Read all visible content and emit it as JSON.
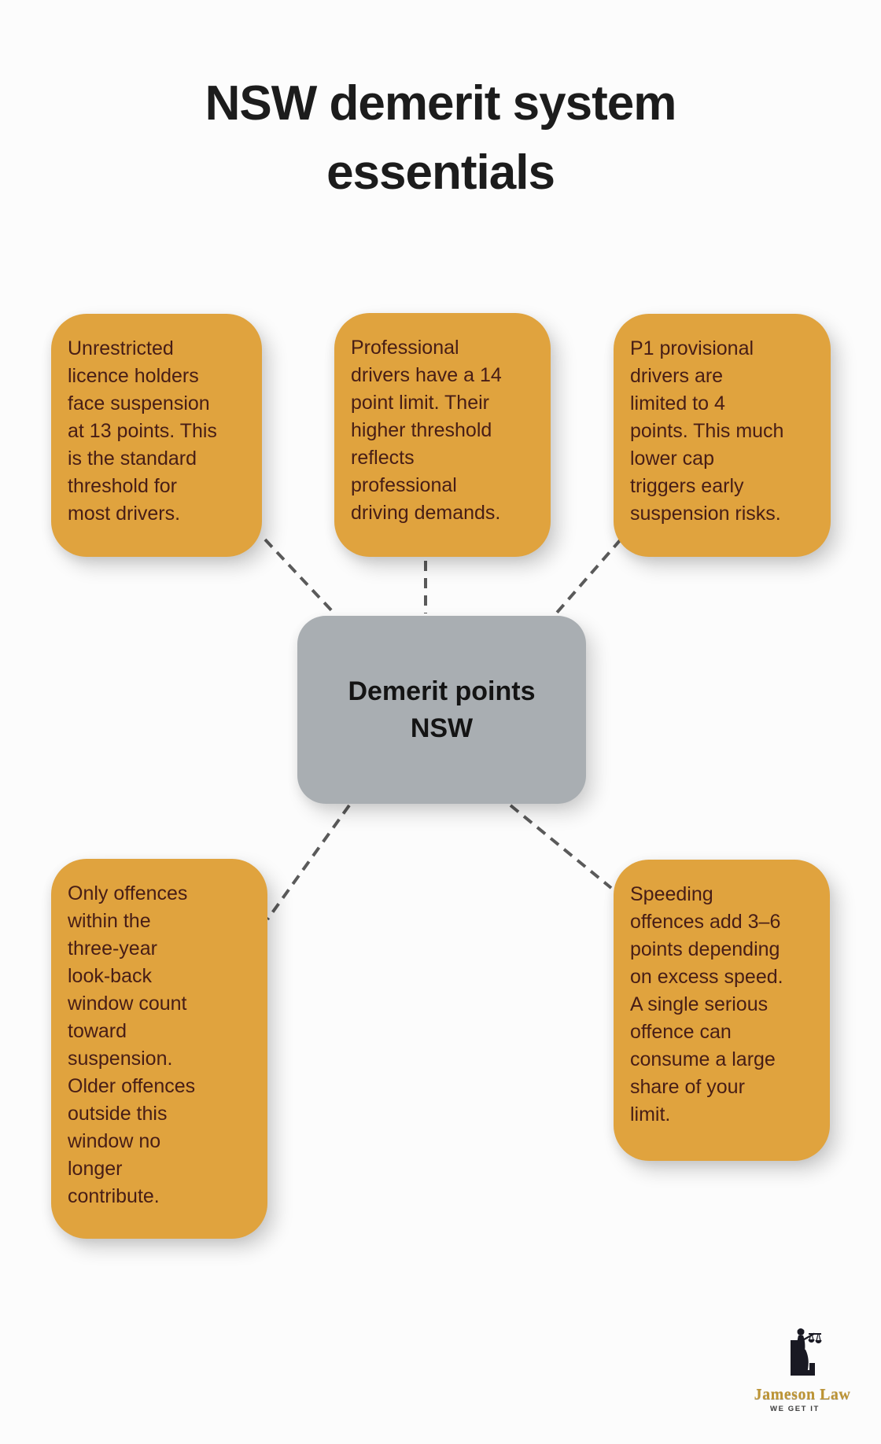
{
  "title": "NSW demerit system\nessentials",
  "center_node": {
    "label": "Demerit points\nNSW"
  },
  "nodes": [
    {
      "id": "unrestricted-threshold",
      "text": "Unrestricted\nlicence holders\nface suspension\nat 13 points. This\nis the standard\nthreshold for\nmost drivers."
    },
    {
      "id": "professional-limit",
      "text": "Professional\ndrivers have a 14\npoint limit. Their\nhigher threshold\nreflects\nprofessional\ndriving demands."
    },
    {
      "id": "p1-provisional-limit",
      "text": "P1 provisional\ndrivers are\nlimited to 4\npoints. This much\nlower cap\ntriggers early\nsuspension risks."
    },
    {
      "id": "three-year-window",
      "text": "Only offences\nwithin the\nthree-year\nlook-back\nwindow count\ntoward\nsuspension.\nOlder offences\noutside this\nwindow no\nlonger\ncontribute."
    },
    {
      "id": "speeding-points",
      "text": "Speeding\noffences add 3–6\npoints depending\non excess speed.\nA single serious\noffence can\nconsume a large\nshare of your\nlimit."
    }
  ],
  "logo": {
    "name": "Jameson Law",
    "tagline": "WE GET IT"
  },
  "colors": {
    "node_fill": "#E0A33E",
    "node_text": "#471D16",
    "center_fill": "#A9AEB2",
    "center_text": "#141414",
    "title_text": "#1C1C1C",
    "connector": "#5A5A5A",
    "background": "#FCFCFC",
    "logo_gold": "#BD9434",
    "logo_dark": "#191923"
  }
}
